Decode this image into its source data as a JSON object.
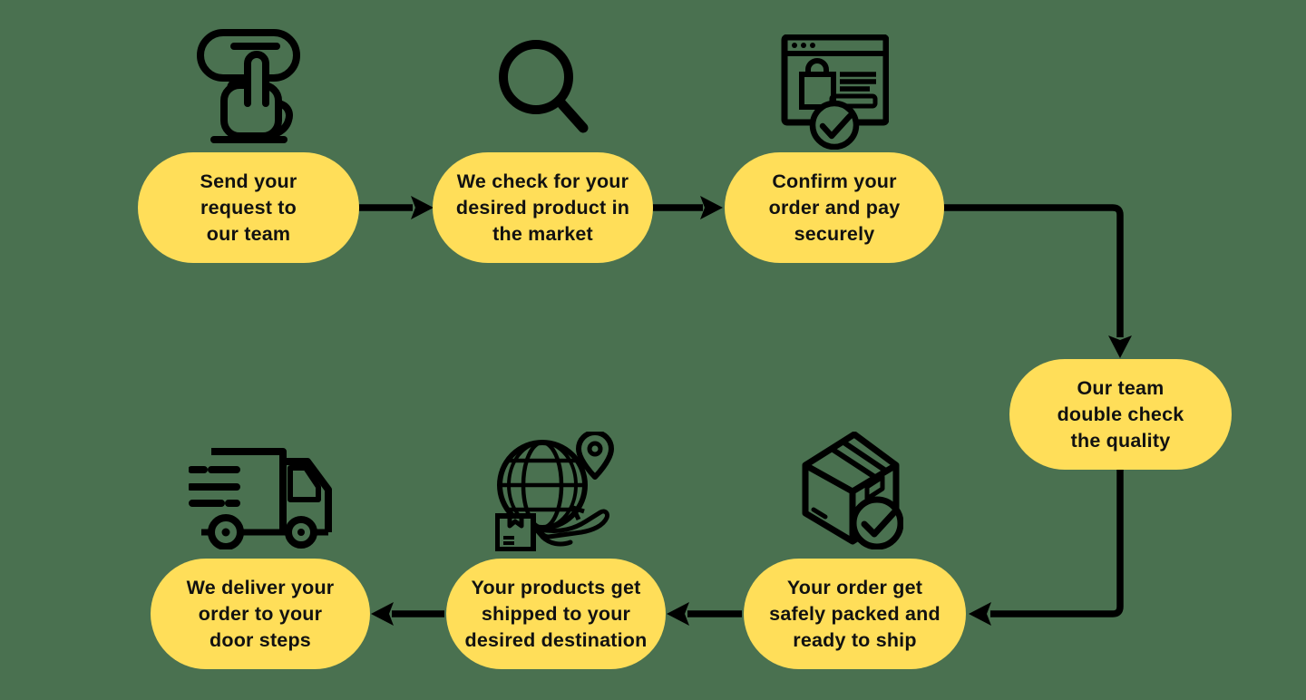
{
  "diagram": {
    "type": "process-flowchart",
    "background_color": "#4A7150",
    "pill_color": "#FFDE59",
    "line_color": "#000000",
    "text_color": "#111111",
    "steps": [
      {
        "id": 1,
        "label": "Send your\nrequest to\nour team",
        "icon": "click-icon"
      },
      {
        "id": 2,
        "label": "We check for your\ndesired product in\nthe market",
        "icon": "search-icon"
      },
      {
        "id": 3,
        "label": "Confirm your\norder and pay\nsecurely",
        "icon": "order-confirmation-icon"
      },
      {
        "id": 4,
        "label": "Our team\ndouble check\nthe quality",
        "icon": ""
      },
      {
        "id": 5,
        "label": "Your order get\nsafely packed and\nready to ship",
        "icon": "package-check-icon"
      },
      {
        "id": 6,
        "label": "Your products get\nshipped to your\ndesired destination",
        "icon": "global-shipping-icon"
      },
      {
        "id": 7,
        "label": "We deliver your\norder to your\ndoor steps",
        "icon": "delivery-truck-icon"
      }
    ],
    "connections": [
      {
        "from": 1,
        "to": 2
      },
      {
        "from": 2,
        "to": 3
      },
      {
        "from": 3,
        "to": 4
      },
      {
        "from": 4,
        "to": 5
      },
      {
        "from": 5,
        "to": 6
      },
      {
        "from": 6,
        "to": 7
      }
    ]
  }
}
